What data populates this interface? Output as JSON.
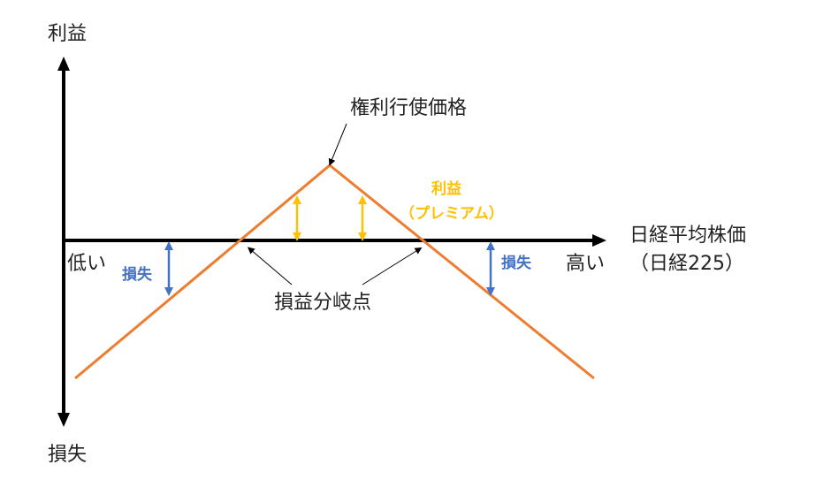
{
  "axis": {
    "y_top": "利益",
    "y_bottom": "損失",
    "x_low": "低い",
    "x_high": "高い",
    "x_title": "日経平均株価",
    "x_subtitle": "（日経225）"
  },
  "annotations": {
    "strike": "権利行使価格",
    "breakeven": "損益分岐点",
    "profit": "利益",
    "premium": "（プレミアム）",
    "loss_left": "損失",
    "loss_right": "損失"
  },
  "colors": {
    "payoff": "#ed7d31",
    "profit": "#ffc000",
    "loss": "#4472c4",
    "axis": "#000000"
  }
}
